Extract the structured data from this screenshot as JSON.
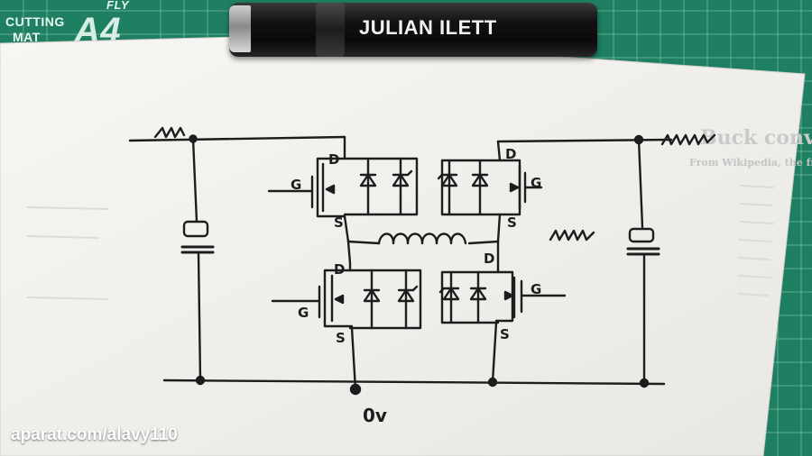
{
  "cutting_mat": {
    "line1": "CUTTING",
    "line2": "MAT",
    "size_label": "A4",
    "fly_label": "FLY"
  },
  "torch": {
    "brand": "JULIAN ILETT"
  },
  "printed_page": {
    "heading": "Buck converter",
    "subheading": "From Wikipedia, the free encyclopedia"
  },
  "circuit_labels": {
    "gate": "G",
    "drain": "D",
    "source": "S",
    "ground": "0v"
  },
  "watermark": "aparat.com/alavy110",
  "colors": {
    "mat": "#1f7f63",
    "paper": "#f2f1ee",
    "ink": "#1d1d1d"
  }
}
